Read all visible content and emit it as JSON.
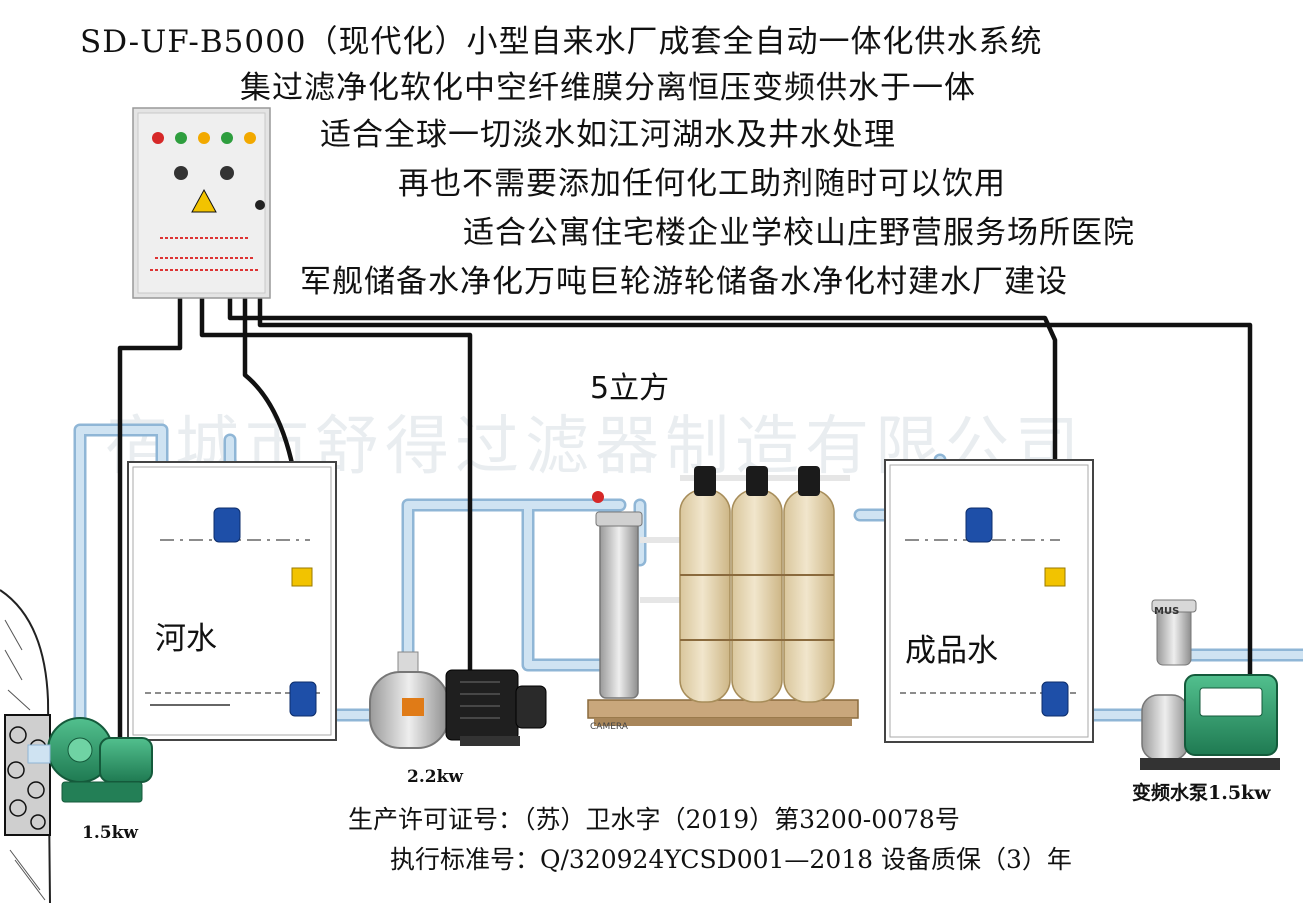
{
  "header": {
    "lines": [
      "SD-UF-B5000（现代化）小型自来水厂成套全自动一体化供水系统",
      "集过滤净化软化中空纤维膜分离恒压变频供水于一体",
      "适合全球一切淡水如江河湖水及井水处理",
      "再也不需要添加任何化工助剂随时可以饮用",
      "适合公寓住宅楼企业学校山庄野营服务场所医院",
      "军舰储备水净化万吨巨轮游轮储备水净化村建水厂建设"
    ]
  },
  "labels": {
    "capacity": "5立方",
    "raw_tank": "河水",
    "product_tank": "成品水",
    "pump_left": "1.5kw",
    "pump_mid": "2.2kw",
    "pump_right": "变频水泵1.5kw",
    "filter_brand": "CAMERA",
    "pump_brand": "MUS"
  },
  "footer": {
    "license": "生产许可证号：（苏）卫水字（2019）第3200-0078号",
    "standard": "执行标准号：Q/320924YCSD001—2018 设备质保（3）年"
  },
  "watermark": "宿城市舒得过滤器制造有限公司",
  "colors": {
    "pipe_blue": "#bcd8ec",
    "pipe_stroke": "#8fb6d6",
    "cable": "#111111",
    "tank_fill": "#e8d9b8",
    "pump_green": "#2f9e6f",
    "float_switch": "#1e4fa8",
    "clamp_yellow": "#f2c300"
  }
}
